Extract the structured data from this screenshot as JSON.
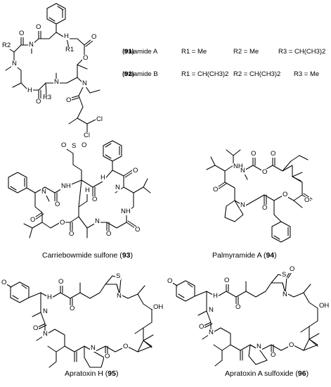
{
  "legend": {
    "itralamide_a": {
      "name": "Itralamide A",
      "number": "91",
      "r1": "R1 = Me",
      "r2": "R2 = Me",
      "r3": "R3 = CH(CH3)2"
    },
    "itralamide_b": {
      "name": "Itralamide B",
      "number": "92",
      "r1": "R1 = CH(CH3)2",
      "r2": "R2 = CH(CH3)2",
      "r3": "R3 = Me"
    }
  },
  "compounds": [
    {
      "name": "Carriebowmide sulfone",
      "number": "93"
    },
    {
      "name": "Palmyramide A",
      "number": "94"
    },
    {
      "name": "Apratoxin H",
      "number": "95"
    },
    {
      "name": "Apratoxin A sulfoxide",
      "number": "96"
    }
  ],
  "atoms": {
    "O": "O",
    "N": "N",
    "NH": "NH",
    "HN": "HN",
    "H": "H",
    "S": "S",
    "Cl": "Cl",
    "OH": "OH",
    "R1": "R1",
    "R2": "R2",
    "R3": "R3"
  }
}
